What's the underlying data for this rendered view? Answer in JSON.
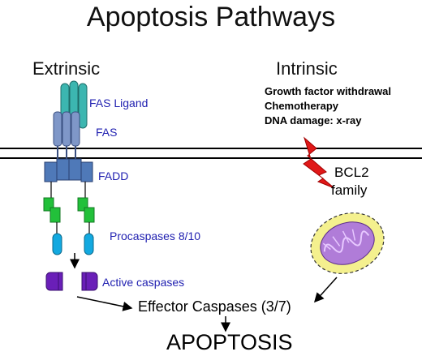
{
  "title": "Apoptosis Pathways",
  "extrinsic": {
    "heading": "Extrinsic",
    "fas_ligand": "FAS Ligand",
    "fas": "FAS",
    "fadd": "FADD",
    "procaspases": "Procaspases 8/10",
    "active_caspases": "Active caspases"
  },
  "intrinsic": {
    "heading": "Intrinsic",
    "stimuli": [
      "Growth factor  withdrawal",
      "Chemotherapy",
      "DNA damage: x-ray"
    ],
    "bcl2_line1": "BCL2",
    "bcl2_line2": "family"
  },
  "effector": "Effector Caspases (3/7)",
  "outcome": "APOPTOSIS",
  "colors": {
    "ligand": "#3cb6b0",
    "fas": "#7f97c8",
    "fadd": "#4f79b8",
    "procaspase_green": "#22c03a",
    "procaspase_blue": "#13a9e0",
    "active": "#6a1fb8",
    "lightning": "#e01818",
    "mito_outer": "#f4f08e",
    "mito_inner": "#b07cd8"
  }
}
